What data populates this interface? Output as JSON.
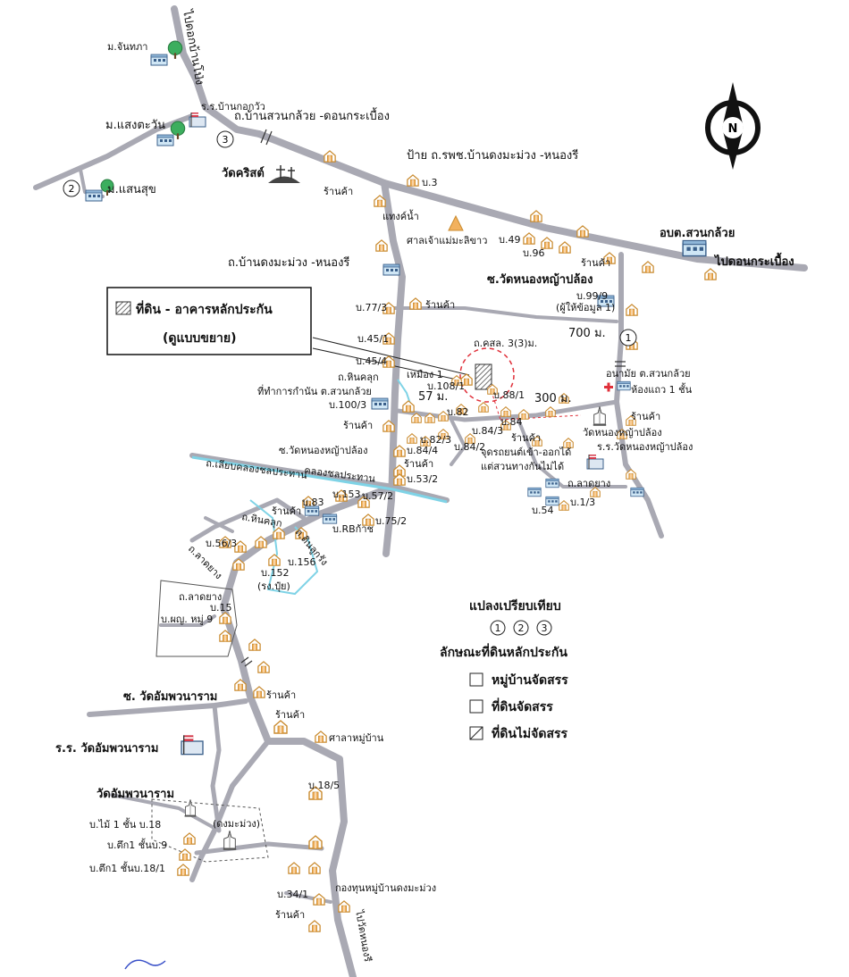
{
  "compass": {
    "letter": "N"
  },
  "labels": {
    "road_to_dokbanpho": "ไปดอกบ้านโป่ง",
    "m_janthapa": "ม.จันทภา",
    "school_bankokwua": "ร.ร.บ้านกอกวัว",
    "road_suankluai_donkrabuang": "ถ.บ้านสวนกล้วย -ดอนกระเบื้อง",
    "m_saengtawan": "ม.แสงตะวัน",
    "m_saensuk": "ม.แสนสุข",
    "wat_christ": "วัดคริสต์",
    "sign_road_rpch": "ป้าย ถ.รพช.บ้านดงมะม่วง -หนองรี",
    "shop_1": "ร้านค้า",
    "m3": "บ.3",
    "tank": "แทงค์น้ำ",
    "shrine": "ศาลเจ้าแม่มะลิขาว",
    "b49": "บ.49",
    "b96": "บ.96",
    "obt": "อบต.สวนกล้วย",
    "to_donkrabuang": "ไปดอนกระเบื้อง",
    "road_dongmamuang_nongri": "ถ.บ้านดงมะม่วง -หนองรี",
    "shop_2": "ร้านค้า",
    "soi_wat_nongya": "ซ.วัดหนองหญ้าปล้อง",
    "b99_9": "บ.99/9",
    "informant": "(ผู้ให้ข้อมูล 1)",
    "b77_3": "บ.77/3",
    "shop_3": "ร้านค้า",
    "legend_box_title": "ที่ดิน - อาคารหลักประกัน",
    "legend_box_sub": "(ดูแบบขยาย)",
    "b45_1": "บ.45/1",
    "road_kor_sor_lor": "ถ.คสล. 3(3)ม.",
    "dist_700": "700 ม.",
    "num_1": "1",
    "num_2": "2",
    "num_3": "3",
    "b45_4": "บ.45/4",
    "road_hinkluk": "ถ.หินคลุก",
    "well": "เหมือง 1",
    "b108_1": "บ.108/1",
    "health_center": "อนามัย ต.สวนกล้วย",
    "row_house": "ห้องแถว 1 ชั้น",
    "kamnan_office": "ที่ทำการกำนัน ต.สวนกล้วย",
    "dist_57": "57 ม.",
    "b88_1": "บ.88/1",
    "dist_300": "300 ม.",
    "b100_3": "บ.100/3",
    "b82": "บ.82",
    "b84": "บ.84",
    "shop_4": "ร้านค้า",
    "shop_5": "ร้านค้า",
    "b84_3": "บ.84/3",
    "shop_6": "ร้านค้า",
    "wat_nongya": "วัดหนองหญ้าปล้อง",
    "b82_3": "บ.82/3",
    "b84_2": "บ.84/2",
    "b84_4": "บ.84/4",
    "car_note_1": "จุดรถยนต์เข้า-ออกได้",
    "car_note_2": "แต่สวนทางกันไม่ได้",
    "school_nongya": "ร.ร.วัดหนองหญ้าปล้อง",
    "soi_wat_nongya_2": "ซ.วัดหนองหญ้าปล้อง",
    "shop_7": "ร้านค้า",
    "road_canal": "ถ.เลียบคลองชลประทาน",
    "canal": "คลองชลประทาน",
    "b53_2": "บ.53/2",
    "road_latyang_1": "ถ.ลาดยาง",
    "b153": "บ.153",
    "b57_2": "บ.57/2",
    "b1_3": "บ.1/3",
    "b54": "บ.54",
    "b83": "บ.83",
    "shop_8": "ร้านค้า",
    "road_hinkluk_2": "ถ.หินคลุก",
    "road_dirt": "ถ.ดินลูกรัง",
    "rb_check": "บ.RBก้าช",
    "b75_2": "บ.75/2",
    "b56_3": "บ.56/3",
    "road_latyang_2": "ถ.ลาดยาง",
    "b152": "บ.152",
    "b156": "บ.156",
    "rs_pui": "(รง.ปุ๋ย)",
    "road_latyang_3": "ถ.ลาดยาง",
    "b15": "บ.15",
    "b_phuyai": "บ.ผญ. หมู่ 9",
    "legend_compare": "แปลงเปรียบเทียบ",
    "legend_land_type": "ลักษณะที่ดินหลักประกัน",
    "legend_village": "หมู่บ้านจัดสรร",
    "legend_allotted": "ที่ดินจัดสรร",
    "legend_not_allotted": "ที่ดินไม่จัดสรร",
    "shop_9": "ร้านค้า",
    "soi_wat_amphawan": "ซ. วัดอัมพวนาราม",
    "shop_10": "ร้านค้า",
    "village_hall": "ศาลาหมู่บ้าน",
    "school_amphawan": "ร.ร. วัดอัมพวนาราม",
    "b18_5": "บ.18/5",
    "wat_amphawan": "วัดอัมพวนาราม",
    "house_wood": "บ.ไม้ 1 ชั้น บ.18",
    "dongmamuang": "(ดงมะม่วง)",
    "house_brick_9": "บ.ตึก1 ชั้นบ.9",
    "house_brick_18_1": "บ.ตึก1 ชั้นบ.18/1",
    "fund": "กองทุนหมู่บ้านดงมะม่วง",
    "b34_1": "บ.34/1",
    "shop_11": "ร้านค้า",
    "to_wat_nongri": "ไปวัดหนองรี"
  },
  "colors": {
    "road": "#a9a9b3",
    "canal": "#7fd3e6",
    "house": "#f2b15e",
    "circle_red": "#e0303a",
    "tree": "#3cae5e"
  }
}
